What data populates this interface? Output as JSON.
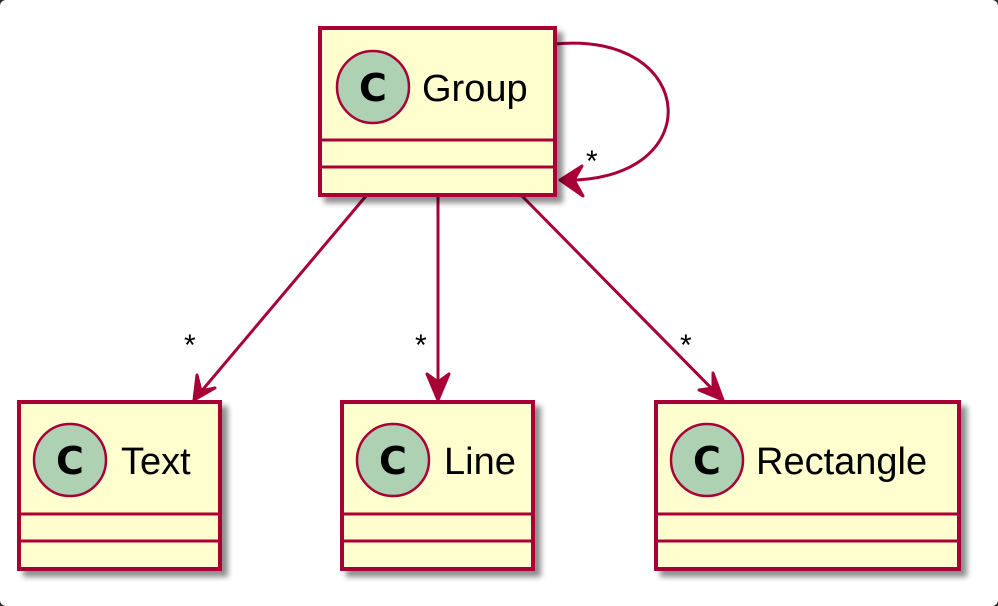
{
  "diagram": {
    "type": "uml-class-diagram",
    "colors": {
      "class_fill": "#FEFECE",
      "class_border": "#A80036",
      "stereotype_circle": "#ADD1B2",
      "arrow": "#A80036",
      "text": "#000000"
    },
    "classes": [
      {
        "id": "group",
        "name": "Group",
        "stereotype_letter": "C"
      },
      {
        "id": "text",
        "name": "Text",
        "stereotype_letter": "C"
      },
      {
        "id": "line",
        "name": "Line",
        "stereotype_letter": "C"
      },
      {
        "id": "rectangle",
        "name": "Rectangle",
        "stereotype_letter": "C"
      }
    ],
    "relations": [
      {
        "from": "Group",
        "to": "Group",
        "multiplicity": "*"
      },
      {
        "from": "Group",
        "to": "Text",
        "multiplicity": "*"
      },
      {
        "from": "Group",
        "to": "Line",
        "multiplicity": "*"
      },
      {
        "from": "Group",
        "to": "Rectangle",
        "multiplicity": "*"
      }
    ]
  }
}
